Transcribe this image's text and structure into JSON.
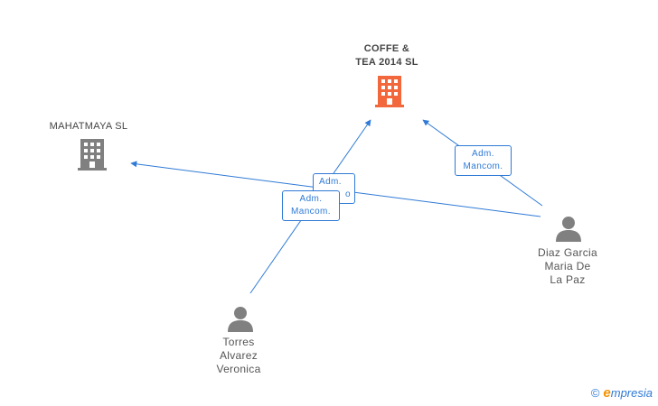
{
  "nodes": {
    "coffe": {
      "label_line1": "COFFE &",
      "label_line2": "TEA 2014  SL",
      "icon": "building-icon",
      "color": "#f2683c"
    },
    "mahatmaya": {
      "label": "MAHATMAYA SL",
      "icon": "building-icon",
      "color": "#808080"
    },
    "diaz": {
      "label_line1": "Diaz Garcia",
      "label_line2": "Maria De",
      "label_line3": "La Paz",
      "icon": "person-icon",
      "color": "#808080"
    },
    "torres": {
      "label_line1": "Torres",
      "label_line2": "Alvarez",
      "label_line3": "Veronica",
      "icon": "person-icon",
      "color": "#808080"
    }
  },
  "edges": [
    {
      "from": "diaz",
      "to": "coffe",
      "label_line1": "Adm.",
      "label_line2": "Mancom."
    },
    {
      "from": "diaz",
      "to": "mahatmaya",
      "label_line1": "Adm.",
      "label_line2": "o"
    },
    {
      "from": "torres",
      "to": "coffe",
      "label_line1": "Adm.",
      "label_line2": "Mancom."
    }
  ],
  "edge_color": "#2f7ad6",
  "footer": {
    "copyright": "©",
    "brand_initial": "e",
    "brand_rest": "mpresia"
  }
}
